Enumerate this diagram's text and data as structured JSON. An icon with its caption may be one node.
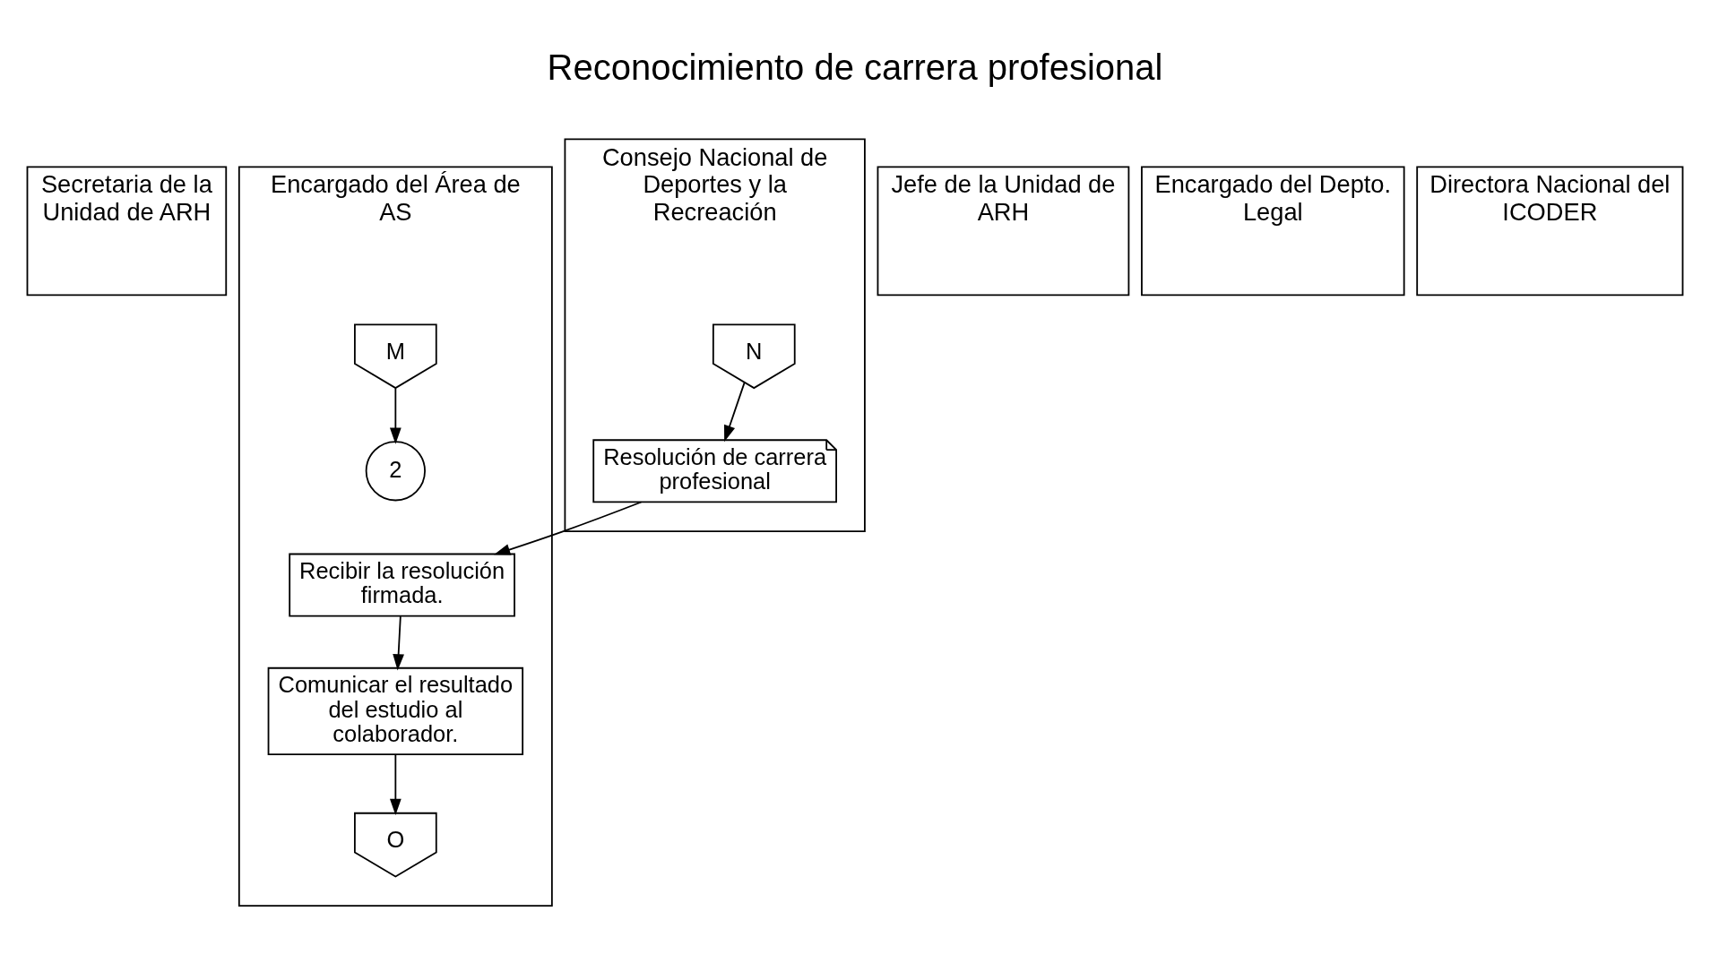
{
  "diagram": {
    "title": "Reconocimiento de carrera profesional",
    "nodes": [
      {
        "text": [
          "Secretaria de la Unidad de ARH"
        ]
      },
      {
        "text": [
          "Encargado del Área de AS"
        ]
      },
      {
        "text": [
          "Jefe de la Unidad de ARH"
        ]
      },
      {
        "text": [
          "Encargado del Depto. Legal"
        ]
      },
      {
        "text": [
          "Directora Nacional del ICODER"
        ]
      },
      {
        "text": [
          "Consejo Nacional de Deportes y la Recreación"
        ]
      },
      {
        "text": [
          "M"
        ],
        "in": 1
      },
      {
        "text": [
          "2"
        ],
        "in": 1
      },
      {
        "text": [
          "N"
        ],
        "in": 5
      },
      {
        "text": [
          "Resolución de carrera profesional"
        ],
        "in": 5
      },
      {
        "text": [
          "Recibir la resolución firmada."
        ],
        "in": 1
      },
      {
        "text": [
          "Comunicar el resultado del estudio al colaborador."
        ],
        "in": 1
      },
      {
        "text": [
          "O"
        ],
        "in": 1
      }
    ],
    "edges": [
      {
        "from": 6,
        "to": 7,
        "arrow": "to"
      },
      {
        "from": 8,
        "to": 9,
        "arrow": "to"
      },
      {
        "from": 9,
        "to": 10,
        "arrow": "to"
      },
      {
        "from": 10,
        "to": 11,
        "arrow": "to"
      },
      {
        "from": 11,
        "to": 12,
        "arrow": "to"
      }
    ]
  }
}
